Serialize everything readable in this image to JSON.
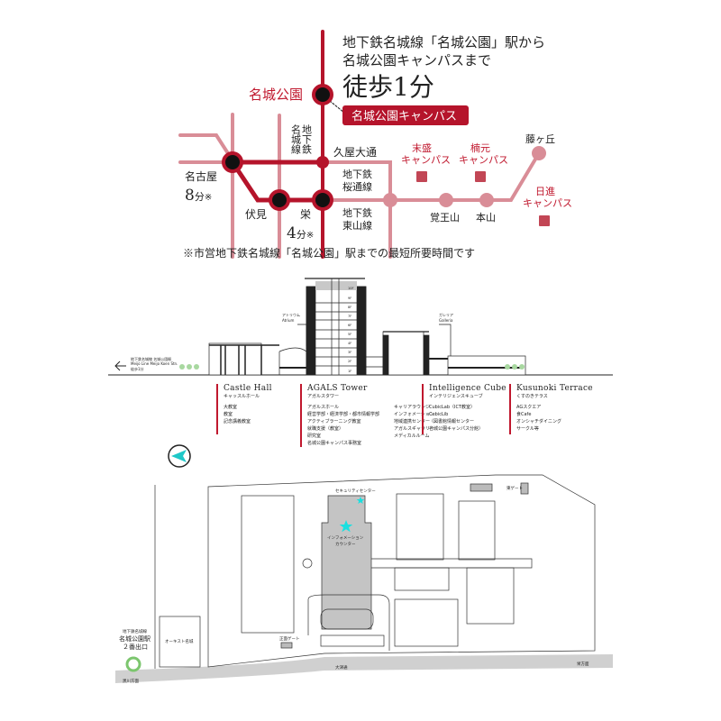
{
  "colors": {
    "dark_red": "#b5142b",
    "light_red": "#d98d97",
    "station_fill": "#111111",
    "campus_square": "#c24655",
    "star": "#19e0e0"
  },
  "route_map": {
    "headline_line1": "地下鉄名城線「名城公園」駅から",
    "headline_line2": "名城公園キャンパスまで",
    "walk_time": "徒歩1分",
    "campus_badge": "名城公園キャンパス",
    "stations": {
      "meijo_koen": "名城公園",
      "hisaya_odori": "久屋大通",
      "nagoya": "名古屋",
      "fushimi": "伏見",
      "sakae": "栄",
      "kakuozan": "覚王山",
      "motoyama": "本山",
      "fujigaoka": "藤ヶ丘"
    },
    "lines": {
      "meijo_a": "名城線",
      "meijo_b": "地下鉄",
      "sakuradori_a": "地下鉄",
      "sakuradori_b": "桜通線",
      "higashiyama_a": "地下鉄",
      "higashiyama_b": "東山線"
    },
    "times": {
      "nagoya": "8",
      "sakae": "4",
      "unit": "分",
      "mark": "※"
    },
    "campuses": [
      {
        "line1": "末盛",
        "line2": "キャンパス"
      },
      {
        "line1": "楠元",
        "line2": "キャンパス"
      },
      {
        "line1": "日進",
        "line2": "キャンパス"
      }
    ],
    "footnote": "※市営地下鉄名城線「名城公園」駅までの最短所要時間です"
  },
  "elevation": {
    "station_note_line1": "地下鉄名城線 名城公園駅",
    "station_note_line2": "Meijo Line Meijo Koen Stn.",
    "station_note_line3": "徒歩1分",
    "atrium_ja": "アトリウム",
    "atrium_en": "Atrium",
    "galleria_ja": "ガレリア",
    "galleria_en": "Galleria",
    "tower_floors": [
      "10F",
      "9F",
      "8F",
      "7F",
      "6F",
      "5F",
      "4F",
      "3F",
      "2F",
      "1F"
    ]
  },
  "buildings": [
    {
      "name": "Castle Hall",
      "kana": "キャッスルホール",
      "items": [
        "大教室",
        "教室",
        "記念講義教室"
      ],
      "items2": []
    },
    {
      "name": "AGALS Tower",
      "kana": "アガルスタワー",
      "items": [
        "アガルスホール",
        "経営学部・経済学部・都市情報学部",
        "アクティブラーニング教室",
        "就職支援（教室）",
        "研究室",
        "名城公園キャンパス事務室"
      ],
      "items2": [
        "キャリアラウンジ",
        "インフォメーション",
        "地域連携センター",
        "アガルスギャラリー",
        "メディカルルーム"
      ]
    },
    {
      "name": "Intelligence Cube",
      "kana": "インテリジェンスキューブ",
      "items": [
        "CubicLab（ICT教室）",
        "CubicLib",
        "（図書館情報センター",
        "名城公園キャンパス分館）"
      ],
      "items2": []
    },
    {
      "name": "Kusunoki Terrace",
      "kana": "くすのきテラス",
      "items": [
        "AGスクエア",
        "食Cafe",
        "オンシャチダイニング",
        "サークル等"
      ],
      "items2": []
    }
  ],
  "campus_map": {
    "security_center": "セキュリティセンター",
    "info_counter_1": "インフォメーション",
    "info_counter_2": "カウンター",
    "east_gate": "東ゲート",
    "main_gate": "正面ゲート",
    "orchestra": "オーキスト名城",
    "exit_line1": "地下鉄名城線",
    "exit_line2": "名城公園駅",
    "exit_line3": "２番出口",
    "road_main": "大津通",
    "to_kurokawa": "黒川方面",
    "to_sakae": "栄方面"
  }
}
